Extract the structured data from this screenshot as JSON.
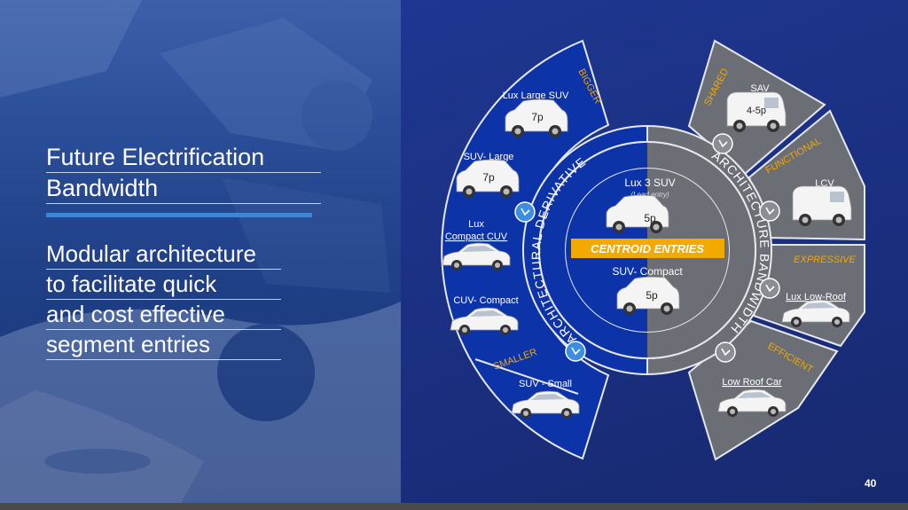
{
  "slide": {
    "title_lines": [
      "Future Electrification",
      "Bandwidth"
    ],
    "subtitle_lines": [
      "Modular architecture",
      "to facilitate quick",
      "and cost effective",
      "segment entries"
    ],
    "page_number": "40"
  },
  "diagram": {
    "left_arc_label": "ARCHITECTURAL DERIVATIVES",
    "right_arc_label": "ARCHITECTURE BANDWIDTH",
    "center_band_label": "CENTROID ENTRIES",
    "center_top": {
      "name": "Lux 3 SUV",
      "note": "(Lead entry)",
      "seats": "5p"
    },
    "center_bottom": {
      "name": "SUV- Compact",
      "seats": "5p"
    },
    "left_corner_top": "BIGGER",
    "left_corner_bottom": "SMALLER",
    "left_items": [
      {
        "name": "Lux Large SUV",
        "seats": "7p"
      },
      {
        "name": "SUV- Large",
        "seats": "7p"
      },
      {
        "name_line1": "Lux",
        "name_line2": "Compact CUV"
      },
      {
        "name": "CUV- Compact"
      },
      {
        "name": "SUV - Small"
      }
    ],
    "right_segments": [
      {
        "tag": "SHARED",
        "name": "SAV",
        "seats": "4-5p"
      },
      {
        "tag": "FUNCTIONAL",
        "name": "LCV"
      },
      {
        "tag": "EXPRESSIVE",
        "name": "Lux Low-Roof"
      },
      {
        "tag": "EFFICIENT",
        "name": "Low Roof Car"
      }
    ],
    "colors": {
      "left_blue": "#0d33a8",
      "right_gray": "#6b6e74",
      "accent_orange": "#f2a900",
      "icon_blue": "#3d8ee0"
    }
  }
}
